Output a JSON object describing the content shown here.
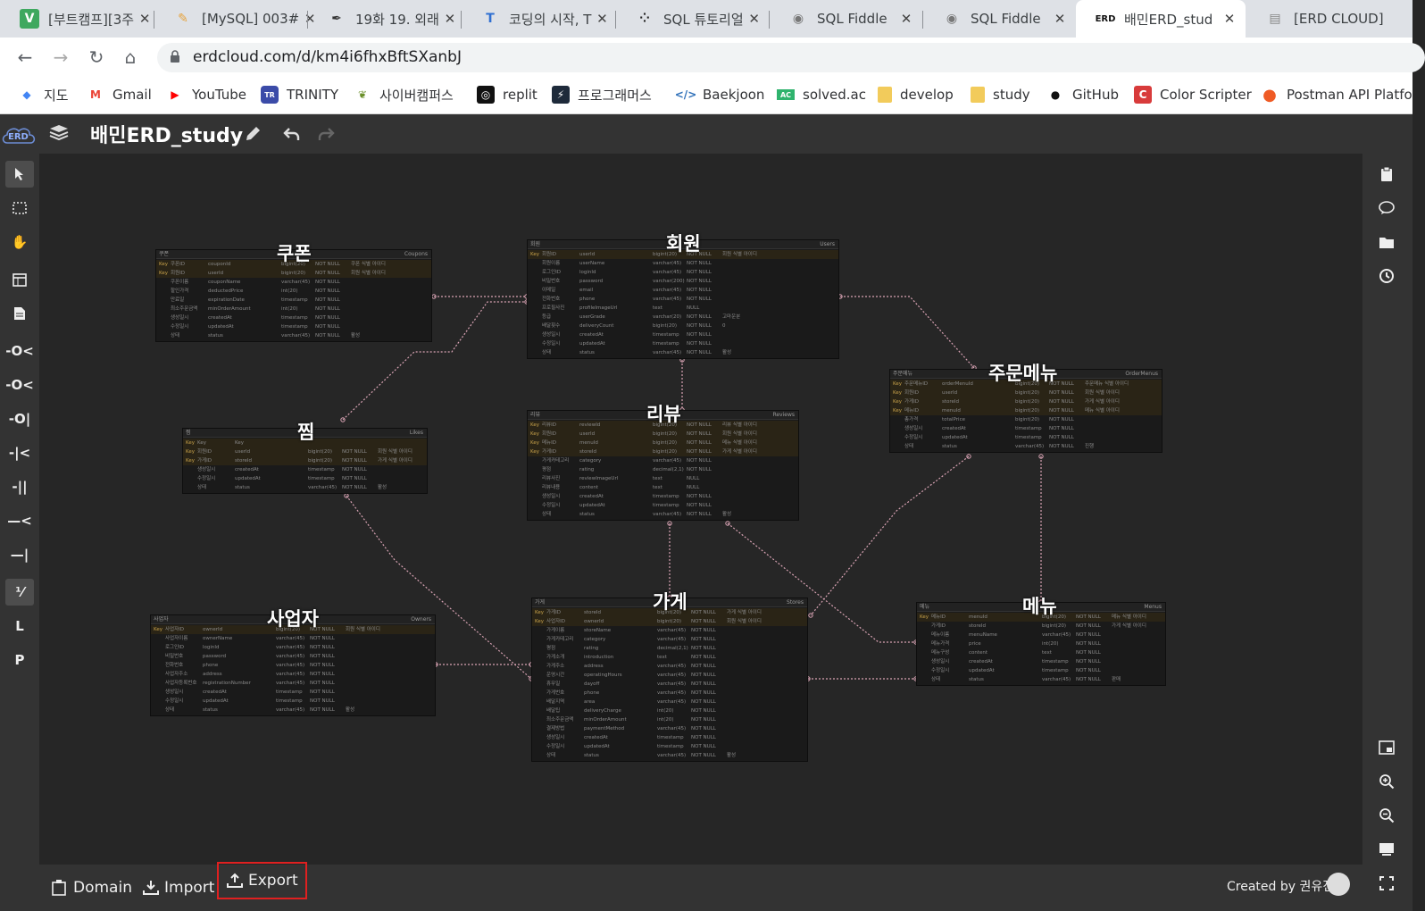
{
  "browser": {
    "tabs": [
      {
        "favicon": "V",
        "favicon_color": "#3ea85f",
        "title": "[부트캠프][3주"
      },
      {
        "favicon": "✎",
        "favicon_color": "#e6a23c",
        "title": "[MySQL] 003#"
      },
      {
        "favicon": "✒",
        "favicon_color": "#333333",
        "title": "19화 19. 외래"
      },
      {
        "favicon": "T",
        "favicon_color": "#2f6fd1",
        "title": "코딩의 시작, T"
      },
      {
        "favicon": "⁘",
        "favicon_color": "#222222",
        "title": "SQL 튜토리얼"
      },
      {
        "favicon": "◉",
        "favicon_color": "#777777",
        "title": "SQL Fiddle"
      },
      {
        "favicon": "◉",
        "favicon_color": "#777777",
        "title": "SQL Fiddle"
      },
      {
        "favicon": "ERD",
        "favicon_color": "#111111",
        "title": "배민ERD_stud",
        "active": true
      },
      {
        "favicon": "▤",
        "favicon_color": "#888888",
        "title": "[ERD CLOUD]"
      }
    ],
    "close_glyph": "✕",
    "url": "erdcloud.com/d/km4i6fhxBftSXanbJ",
    "bookmarks": [
      {
        "icon": "map-icon",
        "glyph": "◆",
        "color": "#4285f4",
        "label": "지도"
      },
      {
        "icon": "gmail-icon",
        "glyph": "M",
        "color": "#ea4335",
        "label": "Gmail"
      },
      {
        "icon": "youtube-icon",
        "glyph": "▶",
        "color": "#ff0000",
        "label": "YouTube"
      },
      {
        "icon": "trinity-icon",
        "glyph": "TR",
        "color": "#3b4ba8",
        "label": "TRINITY"
      },
      {
        "icon": "cybercampus-icon",
        "glyph": "❦",
        "color": "#6a8f2a",
        "label": "사이버캠퍼스"
      },
      {
        "icon": "replit-icon",
        "glyph": "◎",
        "color": "#111111",
        "label": "replit"
      },
      {
        "icon": "programmers-icon",
        "glyph": "⚡",
        "color": "#1e2a3a",
        "label": "프로그래머스"
      },
      {
        "icon": "baekjoon-icon",
        "glyph": "</>",
        "color": "#2d6fb8",
        "label": "Baekjoon"
      },
      {
        "icon": "solvedac-icon",
        "glyph": "AC",
        "color": "#2fb36d",
        "label": "solved.ac"
      },
      {
        "icon": "folder-icon",
        "glyph": "",
        "color": "#f2cb5b",
        "label": "develop"
      },
      {
        "icon": "folder-icon",
        "glyph": "",
        "color": "#f2cb5b",
        "label": "study"
      },
      {
        "icon": "github-icon",
        "glyph": "●",
        "color": "#111111",
        "label": "GitHub"
      },
      {
        "icon": "colorscripter-icon",
        "glyph": "C",
        "color": "#d83b3b",
        "label": "Color Scripter"
      },
      {
        "icon": "postman-icon",
        "glyph": "●",
        "color": "#ef5b25",
        "label": "Postman API Platfo"
      }
    ]
  },
  "app": {
    "logo_text": "ERD",
    "title": "배민ERD_study",
    "footer": {
      "domain_label": "Domain",
      "import_label": "Import",
      "export_label": "Export",
      "created_by": "Created by 권유진"
    },
    "highlight_color": "#e02020",
    "relation_color": "#d9a3b4"
  },
  "tables": [
    {
      "id": "coupons",
      "title": "쿠폰",
      "logical": "쿠폰",
      "physical": "Coupons",
      "rows": [
        [
          "Key",
          "쿠폰ID",
          "couponId",
          "bigint(20)",
          "NOT NULL",
          "쿠폰 식별 아이디"
        ],
        [
          "Key",
          "회원ID",
          "userId",
          "bigint(20)",
          "NOT NULL",
          "회원 식별 아이디"
        ],
        [
          "",
          "쿠폰이름",
          "couponName",
          "varchar(45)",
          "NOT NULL",
          ""
        ],
        [
          "",
          "할인가격",
          "deductedPrice",
          "int(20)",
          "NOT NULL",
          ""
        ],
        [
          "",
          "만료일",
          "expirationDate",
          "timestamp",
          "NOT NULL",
          ""
        ],
        [
          "",
          "최소주문금액",
          "minOrderAmount",
          "int(20)",
          "NOT NULL",
          ""
        ],
        [
          "",
          "생성일시",
          "createdAt",
          "timestamp",
          "NOT NULL",
          ""
        ],
        [
          "",
          "수정일시",
          "updatedAt",
          "timestamp",
          "NOT NULL",
          ""
        ],
        [
          "",
          "상태",
          "status",
          "varchar(45)",
          "NOT NULL",
          "활성"
        ]
      ]
    },
    {
      "id": "users",
      "title": "회원",
      "logical": "회원",
      "physical": "Users",
      "rows": [
        [
          "Key",
          "회원ID",
          "userId",
          "bigint(20)",
          "NOT NULL",
          "회원 식별 아이디"
        ],
        [
          "",
          "회원이름",
          "userName",
          "varchar(45)",
          "NOT NULL",
          ""
        ],
        [
          "",
          "로그인ID",
          "loginId",
          "varchar(45)",
          "NOT NULL",
          ""
        ],
        [
          "",
          "비밀번호",
          "password",
          "varchar(200)",
          "NOT NULL",
          ""
        ],
        [
          "",
          "이메일",
          "email",
          "varchar(45)",
          "NOT NULL",
          ""
        ],
        [
          "",
          "전화번호",
          "phone",
          "varchar(45)",
          "NOT NULL",
          ""
        ],
        [
          "",
          "프로필사진",
          "profileImageUrl",
          "text",
          "NULL",
          ""
        ],
        [
          "",
          "등급",
          "userGrade",
          "varchar(20)",
          "NOT NULL",
          "고마운분"
        ],
        [
          "",
          "배달횟수",
          "deliveryCount",
          "bigint(20)",
          "NOT NULL",
          "0"
        ],
        [
          "",
          "생성일시",
          "createdAt",
          "timestamp",
          "NOT NULL",
          ""
        ],
        [
          "",
          "수정일시",
          "updatedAt",
          "timestamp",
          "NOT NULL",
          ""
        ],
        [
          "",
          "상태",
          "status",
          "varchar(45)",
          "NOT NULL",
          "활성"
        ]
      ]
    },
    {
      "id": "ordermenus",
      "title": "주문메뉴",
      "logical": "주문메뉴",
      "physical": "OrderMenus",
      "rows": [
        [
          "Key",
          "주문메뉴ID",
          "orderMenuId",
          "bigint(20)",
          "NOT NULL",
          "주문메뉴 식별 아이디"
        ],
        [
          "Key",
          "회원ID",
          "userId",
          "bigint(20)",
          "NOT NULL",
          "회원 식별 아이디"
        ],
        [
          "Key",
          "가게ID",
          "storeId",
          "bigint(20)",
          "NOT NULL",
          "가게 식별 아이디"
        ],
        [
          "Key",
          "메뉴ID",
          "menuId",
          "bigint(20)",
          "NOT NULL",
          "메뉴 식별 아이디"
        ],
        [
          "",
          "총가격",
          "totalPrice",
          "bigint(20)",
          "NOT NULL",
          ""
        ],
        [
          "",
          "생성일시",
          "createdAt",
          "timestamp",
          "NOT NULL",
          ""
        ],
        [
          "",
          "수정일시",
          "updatedAt",
          "timestamp",
          "NOT NULL",
          ""
        ],
        [
          "",
          "상태",
          "status",
          "varchar(45)",
          "NOT NULL",
          "진행"
        ]
      ]
    },
    {
      "id": "likes",
      "title": "찜",
      "logical": "찜",
      "physical": "Likes",
      "rows": [
        [
          "Key",
          "Key",
          "Key",
          "",
          "",
          ""
        ],
        [
          "Key",
          "회원ID",
          "userId",
          "bigint(20)",
          "NOT NULL",
          "회원 식별 아이디"
        ],
        [
          "Key",
          "가게ID",
          "storeId",
          "bigint(20)",
          "NOT NULL",
          "가게 식별 아이디"
        ],
        [
          "",
          "생성일시",
          "createdAt",
          "timestamp",
          "NOT NULL",
          ""
        ],
        [
          "",
          "수정일시",
          "updatedAt",
          "timestamp",
          "NOT NULL",
          ""
        ],
        [
          "",
          "상태",
          "status",
          "varchar(45)",
          "NOT NULL",
          "활성"
        ]
      ]
    },
    {
      "id": "reviews",
      "title": "리뷰",
      "logical": "리뷰",
      "physical": "Reviews",
      "rows": [
        [
          "Key",
          "리뷰ID",
          "reviewId",
          "bigint(20)",
          "NOT NULL",
          "리뷰 식별 아이디"
        ],
        [
          "Key",
          "회원ID",
          "userId",
          "bigint(20)",
          "NOT NULL",
          "회원 식별 아이디"
        ],
        [
          "Key",
          "메뉴ID",
          "menuId",
          "bigint(20)",
          "NOT NULL",
          "메뉴 식별 아이디"
        ],
        [
          "Key",
          "가게ID",
          "storeId",
          "bigint(20)",
          "NOT NULL",
          "가게 식별 아이디"
        ],
        [
          "",
          "가게카테고리",
          "category",
          "varchar(45)",
          "NOT NULL",
          ""
        ],
        [
          "",
          "평점",
          "rating",
          "decimal(2,1)",
          "NOT NULL",
          ""
        ],
        [
          "",
          "리뷰사진",
          "reviewImageUrl",
          "text",
          "NULL",
          ""
        ],
        [
          "",
          "리뷰내용",
          "content",
          "text",
          "NULL",
          ""
        ],
        [
          "",
          "생성일시",
          "createdAt",
          "timestamp",
          "NOT NULL",
          ""
        ],
        [
          "",
          "수정일시",
          "updatedAt",
          "timestamp",
          "NOT NULL",
          ""
        ],
        [
          "",
          "상태",
          "status",
          "varchar(45)",
          "NOT NULL",
          "활성"
        ]
      ]
    },
    {
      "id": "owners",
      "title": "사업자",
      "logical": "사업자",
      "physical": "Owners",
      "rows": [
        [
          "Key",
          "사업자ID",
          "ownerId",
          "bigint(20)",
          "NOT NULL",
          "회원 식별 아이디"
        ],
        [
          "",
          "사업자이름",
          "ownerName",
          "varchar(45)",
          "NOT NULL",
          ""
        ],
        [
          "",
          "로그인ID",
          "loginId",
          "varchar(45)",
          "NOT NULL",
          ""
        ],
        [
          "",
          "비밀번호",
          "password",
          "varchar(45)",
          "NOT NULL",
          ""
        ],
        [
          "",
          "전화번호",
          "phone",
          "varchar(45)",
          "NOT NULL",
          ""
        ],
        [
          "",
          "사업자주소",
          "address",
          "varchar(45)",
          "NOT NULL",
          ""
        ],
        [
          "",
          "사업자등록번호",
          "registrationNumber",
          "varchar(45)",
          "NOT NULL",
          ""
        ],
        [
          "",
          "생성일시",
          "createdAt",
          "timestamp",
          "NOT NULL",
          ""
        ],
        [
          "",
          "수정일시",
          "updatedAt",
          "timestamp",
          "NOT NULL",
          ""
        ],
        [
          "",
          "상태",
          "status",
          "varchar(45)",
          "NOT NULL",
          "활성"
        ]
      ]
    },
    {
      "id": "stores",
      "title": "가게",
      "logical": "가게",
      "physical": "Stores",
      "rows": [
        [
          "Key",
          "가게ID",
          "storeId",
          "bigint(20)",
          "NOT NULL",
          "가게 식별 아이디"
        ],
        [
          "Key",
          "사업자ID",
          "ownerId",
          "bigint(20)",
          "NOT NULL",
          "회원 식별 아이디"
        ],
        [
          "",
          "가게이름",
          "storeName",
          "varchar(45)",
          "NOT NULL",
          ""
        ],
        [
          "",
          "가게카테고리",
          "category",
          "varchar(45)",
          "NOT NULL",
          ""
        ],
        [
          "",
          "평점",
          "rating",
          "decimal(2,1)",
          "NOT NULL",
          ""
        ],
        [
          "",
          "가게소개",
          "introduction",
          "text",
          "NOT NULL",
          ""
        ],
        [
          "",
          "가게주소",
          "address",
          "varchar(45)",
          "NOT NULL",
          ""
        ],
        [
          "",
          "운영시간",
          "operatingHours",
          "varchar(45)",
          "NOT NULL",
          ""
        ],
        [
          "",
          "휴무일",
          "dayoff",
          "varchar(45)",
          "NOT NULL",
          ""
        ],
        [
          "",
          "가게번호",
          "phone",
          "varchar(45)",
          "NOT NULL",
          ""
        ],
        [
          "",
          "배달지역",
          "area",
          "varchar(45)",
          "NOT NULL",
          ""
        ],
        [
          "",
          "배달팁",
          "deliveryCharge",
          "int(20)",
          "NOT NULL",
          ""
        ],
        [
          "",
          "최소주문금액",
          "minOrderAmount",
          "int(20)",
          "NOT NULL",
          ""
        ],
        [
          "",
          "결제방법",
          "paymentMethod",
          "varchar(45)",
          "NOT NULL",
          ""
        ],
        [
          "",
          "생성일시",
          "createdAt",
          "timestamp",
          "NOT NULL",
          ""
        ],
        [
          "",
          "수정일시",
          "updatedAt",
          "timestamp",
          "NOT NULL",
          ""
        ],
        [
          "",
          "상태",
          "status",
          "varchar(45)",
          "NOT NULL",
          "활성"
        ]
      ]
    },
    {
      "id": "menus",
      "title": "메뉴",
      "logical": "메뉴",
      "physical": "Menus",
      "rows": [
        [
          "Key",
          "메뉴ID",
          "menuId",
          "bigint(20)",
          "NOT NULL",
          "메뉴 식별 아이디"
        ],
        [
          "",
          "가게ID",
          "storeId",
          "bigint(20)",
          "NOT NULL",
          "가게 식별 아이디"
        ],
        [
          "",
          "메뉴이름",
          "menuName",
          "varchar(45)",
          "NOT NULL",
          ""
        ],
        [
          "",
          "메뉴가격",
          "price",
          "int(20)",
          "NOT NULL",
          ""
        ],
        [
          "",
          "메뉴구성",
          "content",
          "text",
          "NOT NULL",
          ""
        ],
        [
          "",
          "생성일시",
          "createdAt",
          "timestamp",
          "NOT NULL",
          ""
        ],
        [
          "",
          "수정일시",
          "updatedAt",
          "timestamp",
          "NOT NULL",
          ""
        ],
        [
          "",
          "상태",
          "status",
          "varchar(45)",
          "NOT NULL",
          "판매"
        ]
      ]
    }
  ]
}
